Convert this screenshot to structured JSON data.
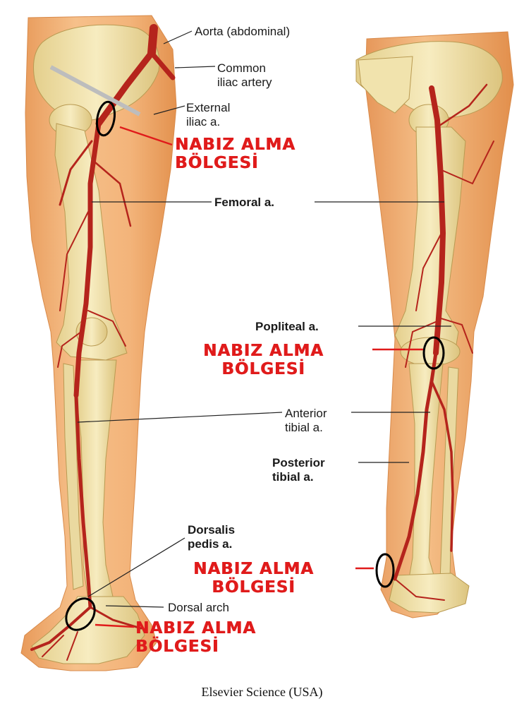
{
  "labels": {
    "aorta": "Aorta (abdominal)",
    "common_iliac_line1": "Common",
    "common_iliac_line2": "iliac artery",
    "external_iliac_line1": "External",
    "external_iliac_line2": "iliac a.",
    "femoral": "Femoral a.",
    "popliteal": "Popliteal a.",
    "anterior_tibial_line1": "Anterior",
    "anterior_tibial_line2": "tibial a.",
    "posterior_tibial_line1": "Posterior",
    "posterior_tibial_line2": "tibial a.",
    "dorsalis_pedis_line1": "Dorsalis",
    "dorsalis_pedis_line2": "pedis a.",
    "dorsal_arch": "Dorsal arch"
  },
  "pulse_sites": [
    {
      "line1": "NABIZ ALMA",
      "line2": "BÖLGESİ"
    },
    {
      "line1": "NABIZ ALMA",
      "line2": "BÖLGESİ"
    },
    {
      "line1": "NABIZ ALMA",
      "line2": "BÖLGESİ"
    },
    {
      "line1": "NABIZ ALMA",
      "line2": "BÖLGESİ"
    }
  ],
  "credit": "Elsevier Science (USA)",
  "colors": {
    "skin": "#f2b277",
    "bone": "#efe0a8",
    "artery": "#b5241c",
    "pulse_text": "#e01b1b"
  }
}
